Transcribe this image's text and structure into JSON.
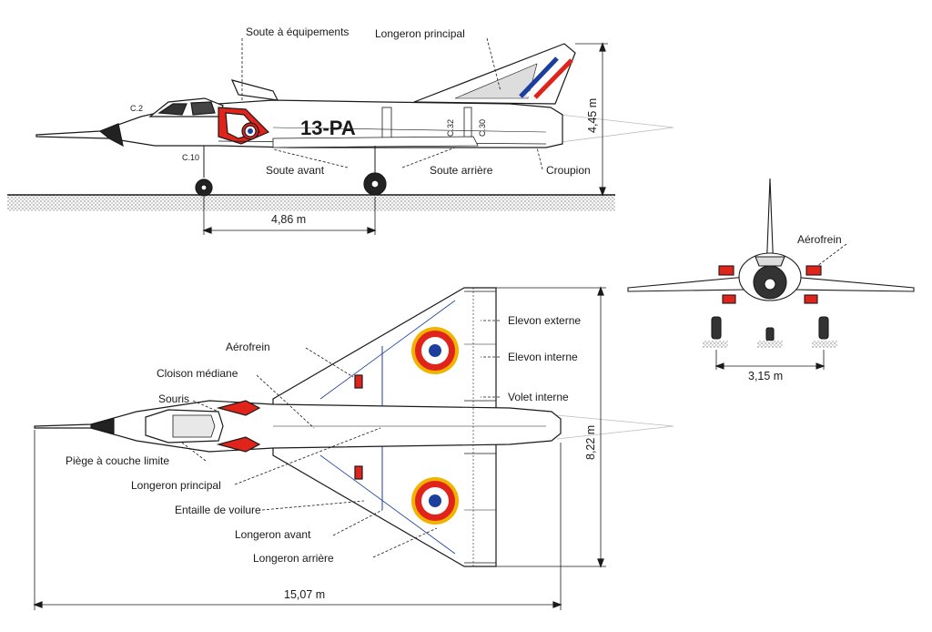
{
  "side_view": {
    "labels": {
      "soute_equipements": "Soute à équipements",
      "longeron_principal": "Longeron principal",
      "soute_avant": "Soute avant",
      "soute_arriere": "Soute arrière",
      "croupion": "Croupion",
      "c2": "C.2",
      "c10": "C.10",
      "c32": "C.32",
      "c30": "C.30",
      "marking": "13-PA"
    },
    "dimensions": {
      "wheelbase": "4,86 m",
      "height": "4,45 m"
    }
  },
  "front_view": {
    "labels": {
      "aerofrein": "Aérofrein"
    },
    "dimensions": {
      "track": "3,15 m"
    }
  },
  "top_view": {
    "labels": {
      "aerofrein": "Aérofrein",
      "cloison_mediane": "Cloison médiane",
      "souris": "Souris",
      "piege": "Piège à couche limite",
      "longeron_principal": "Longeron principal",
      "entaille": "Entaille de voilure",
      "longeron_avant": "Longeron avant",
      "longeron_arriere": "Longeron arrière",
      "elevon_externe": "Elevon externe",
      "elevon_interne": "Elevon interne",
      "volet_interne": "Volet interne"
    },
    "dimensions": {
      "length": "15,07 m",
      "span": "8,22 m"
    }
  },
  "colors": {
    "red": "#e0241b",
    "blue": "#1c3f9e",
    "line": "#1a1a1a",
    "ground": "#888888"
  }
}
